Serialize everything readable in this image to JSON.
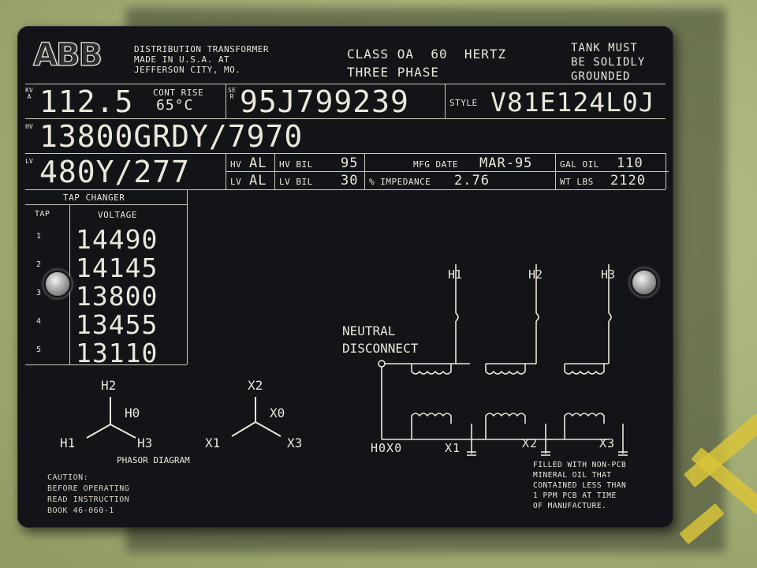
{
  "header": {
    "logo": "ABB",
    "maker_lines": [
      "DISTRIBUTION TRANSFORMER",
      "MADE IN U.S.A. AT",
      "JEFFERSON CITY, MO."
    ],
    "class_line": "CLASS OA  60  HERTZ",
    "phase_line": "THREE PHASE",
    "tank_lines": [
      "TANK MUST",
      "BE SOLIDLY",
      "GROUNDED"
    ]
  },
  "ratings": {
    "kva_label": "KVA",
    "kva": "112.5",
    "cont_rise_label": "CONT RISE",
    "temp": "65°C",
    "ser_label": "SER",
    "serial": "95J799239",
    "style_label": "STYLE",
    "style": "V81E124L0J",
    "hv_label": "HV",
    "hv": "13800GRDY/7970",
    "lv_label": "LV",
    "lv": "480Y/277",
    "hv_mat_label": "HV",
    "hv_mat": "AL",
    "lv_mat_label": "LV",
    "lv_mat": "AL",
    "hv_bil_label": "HV BIL",
    "hv_bil": "95",
    "lv_bil_label": "LV BIL",
    "lv_bil": "30",
    "mfg_date_label": "MFG DATE",
    "mfg_date": "MAR-95",
    "impedance_label": "% IMPEDANCE",
    "impedance": "2.76",
    "gal_oil_label": "GAL OIL",
    "gal_oil": "110",
    "wt_lbs_label": "WT LBS",
    "wt_lbs": "2120"
  },
  "tap_changer": {
    "title": "TAP CHANGER",
    "tap_header": "TAP",
    "voltage_header": "VOLTAGE",
    "rows": [
      {
        "tap": "1",
        "voltage": "14490"
      },
      {
        "tap": "2",
        "voltage": "14145"
      },
      {
        "tap": "3",
        "voltage": "13800"
      },
      {
        "tap": "4",
        "voltage": "13455"
      },
      {
        "tap": "5",
        "voltage": "13110"
      }
    ]
  },
  "phasor": {
    "title": "PHASOR DIAGRAM",
    "hv_labels": {
      "top": "H2",
      "center": "H0",
      "left": "H1",
      "right": "H3"
    },
    "lv_labels": {
      "top": "X2",
      "center": "X0",
      "left": "X1",
      "right": "X3"
    }
  },
  "wiring": {
    "neutral_lines": [
      "NEUTRAL",
      "DISCONNECT"
    ],
    "top_terminals": [
      "H1",
      "H2",
      "H3"
    ],
    "bottom_terminals": [
      "H0X0",
      "X1",
      "X2",
      "X3"
    ]
  },
  "caution_lines": [
    "CAUTION:",
    "BEFORE OPERATING",
    "READ INSTRUCTION",
    "BOOK 46-060-1"
  ],
  "pcb_lines": [
    "FILLED WITH NON-PCB",
    "MINERAL OIL THAT",
    "CONTAINED LESS THAN",
    "1 PPM PCB AT TIME",
    "OF MANUFACTURE."
  ],
  "colors": {
    "plate": "#121417",
    "engraving": "#ebe7db",
    "wall": "#a8b37a",
    "stripe": "#d8c43a"
  }
}
